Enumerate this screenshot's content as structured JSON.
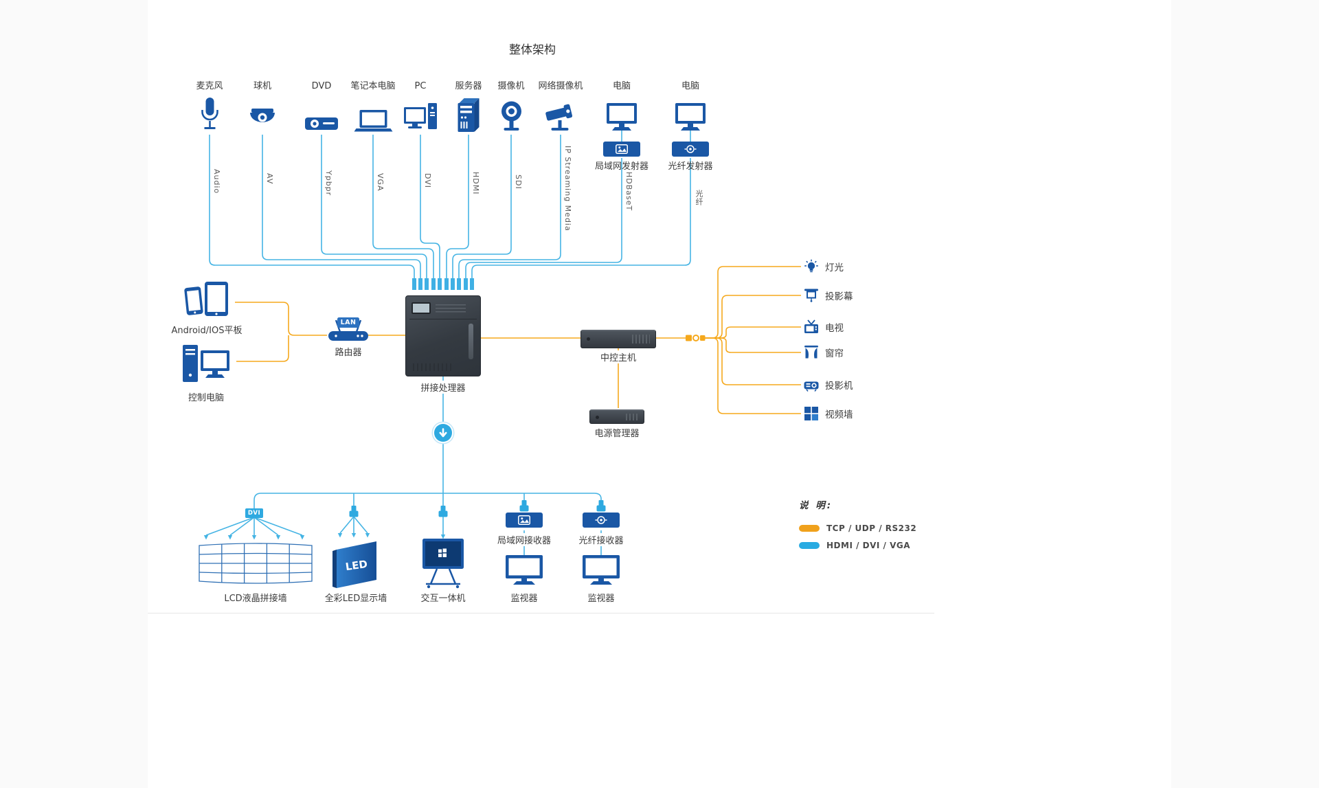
{
  "title": "整体架构",
  "colors": {
    "device_blue": "#1a57a5",
    "line_blue": "#45b4e4",
    "line_orange": "#f5a81c",
    "chassis_dark": "#383e45"
  },
  "inputs": [
    {
      "label": "麦克风",
      "cable": "Audio",
      "icon": "microphone-icon"
    },
    {
      "label": "球机",
      "cable": "AV",
      "icon": "dome-camera-icon"
    },
    {
      "label": "DVD",
      "cable": "Ypbpr",
      "icon": "dvd-player-icon"
    },
    {
      "label": "笔记本电脑",
      "cable": "VGA",
      "icon": "laptop-icon"
    },
    {
      "label": "PC",
      "cable": "DVI",
      "icon": "desktop-pc-icon"
    },
    {
      "label": "服务器",
      "cable": "HDMI",
      "icon": "server-icon"
    },
    {
      "label": "摄像机",
      "cable": "SDI",
      "icon": "camera-icon"
    },
    {
      "label": "网络摄像机",
      "cable": "IP Streaming Media",
      "icon": "ip-camera-icon"
    },
    {
      "label": "电脑",
      "cable": "HDBaseT",
      "device": "局域网发射器",
      "icon": "computer-icon"
    },
    {
      "label": "电脑",
      "cable": "光纤",
      "device": "光纤发射器",
      "icon": "computer-icon"
    }
  ],
  "control_side": {
    "tablet_label": "Android/IOS平板",
    "pc_label": "控制电脑",
    "router_label": "路由器",
    "router_badge": "LAN"
  },
  "processor_label": "拼接处理器",
  "central_control": {
    "host_label": "中控主机",
    "power_label": "电源管理器"
  },
  "outputs": [
    {
      "label": "灯光",
      "icon": "light-icon"
    },
    {
      "label": "投影幕",
      "icon": "projection-screen-icon"
    },
    {
      "label": "电视",
      "icon": "tv-icon"
    },
    {
      "label": "窗帘",
      "icon": "curtain-icon"
    },
    {
      "label": "投影机",
      "icon": "projector-icon"
    },
    {
      "label": "视频墙",
      "icon": "video-wall-icon"
    }
  ],
  "displays": {
    "dvi_badge": "DVI",
    "led_text": "LED",
    "items": [
      {
        "label": "LCD液晶拼接墙"
      },
      {
        "label": "全彩LED显示墙"
      },
      {
        "label": "交互一体机"
      },
      {
        "label": "局域网接收器",
        "monitor": "监视器"
      },
      {
        "label": "光纤接收器",
        "monitor": "监视器"
      }
    ]
  },
  "legend": {
    "title": "说 明:",
    "items": [
      {
        "label": "TCP / UDP / RS232",
        "color": "#f0a11c"
      },
      {
        "label": "HDMI / DVI / VGA",
        "color": "#29abe2"
      }
    ]
  }
}
